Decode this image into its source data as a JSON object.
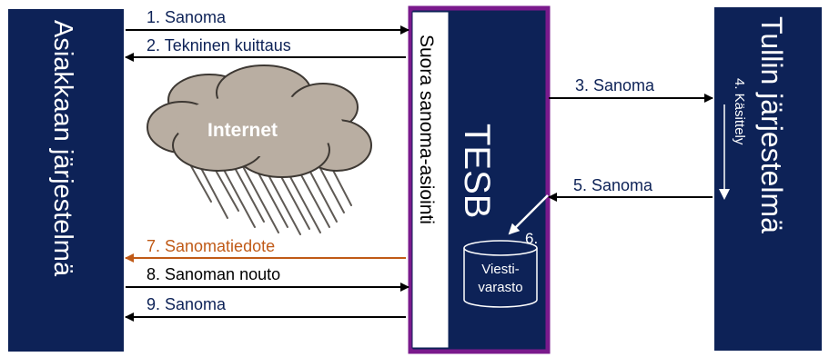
{
  "boxes": {
    "customer": {
      "label": "Asiakkaan järjestelmä"
    },
    "customs": {
      "label": "Tullin järjestelmä",
      "step": "4. Käsittely"
    },
    "tesb": {
      "label": "TESB",
      "inner": "Suora sanoma-asiointi",
      "step": "6.",
      "storage": [
        "Viesti-",
        "varasto"
      ]
    }
  },
  "cloud": {
    "label": "Internet"
  },
  "flows": [
    {
      "label": "1. Sanoma"
    },
    {
      "label": "2. Tekninen kuittaus"
    },
    {
      "label": "3. Sanoma"
    },
    {
      "label": "5. Sanoma"
    },
    {
      "label": "7. Sanomatiedote"
    },
    {
      "label": "8. Sanoman nouto"
    },
    {
      "label": "9. Sanoma"
    }
  ],
  "colors": {
    "box_fill": "#0d2257",
    "tesb_border": "#7a1a8c",
    "notification": "#c05a17",
    "cloud_fill": "#b9aea2"
  }
}
